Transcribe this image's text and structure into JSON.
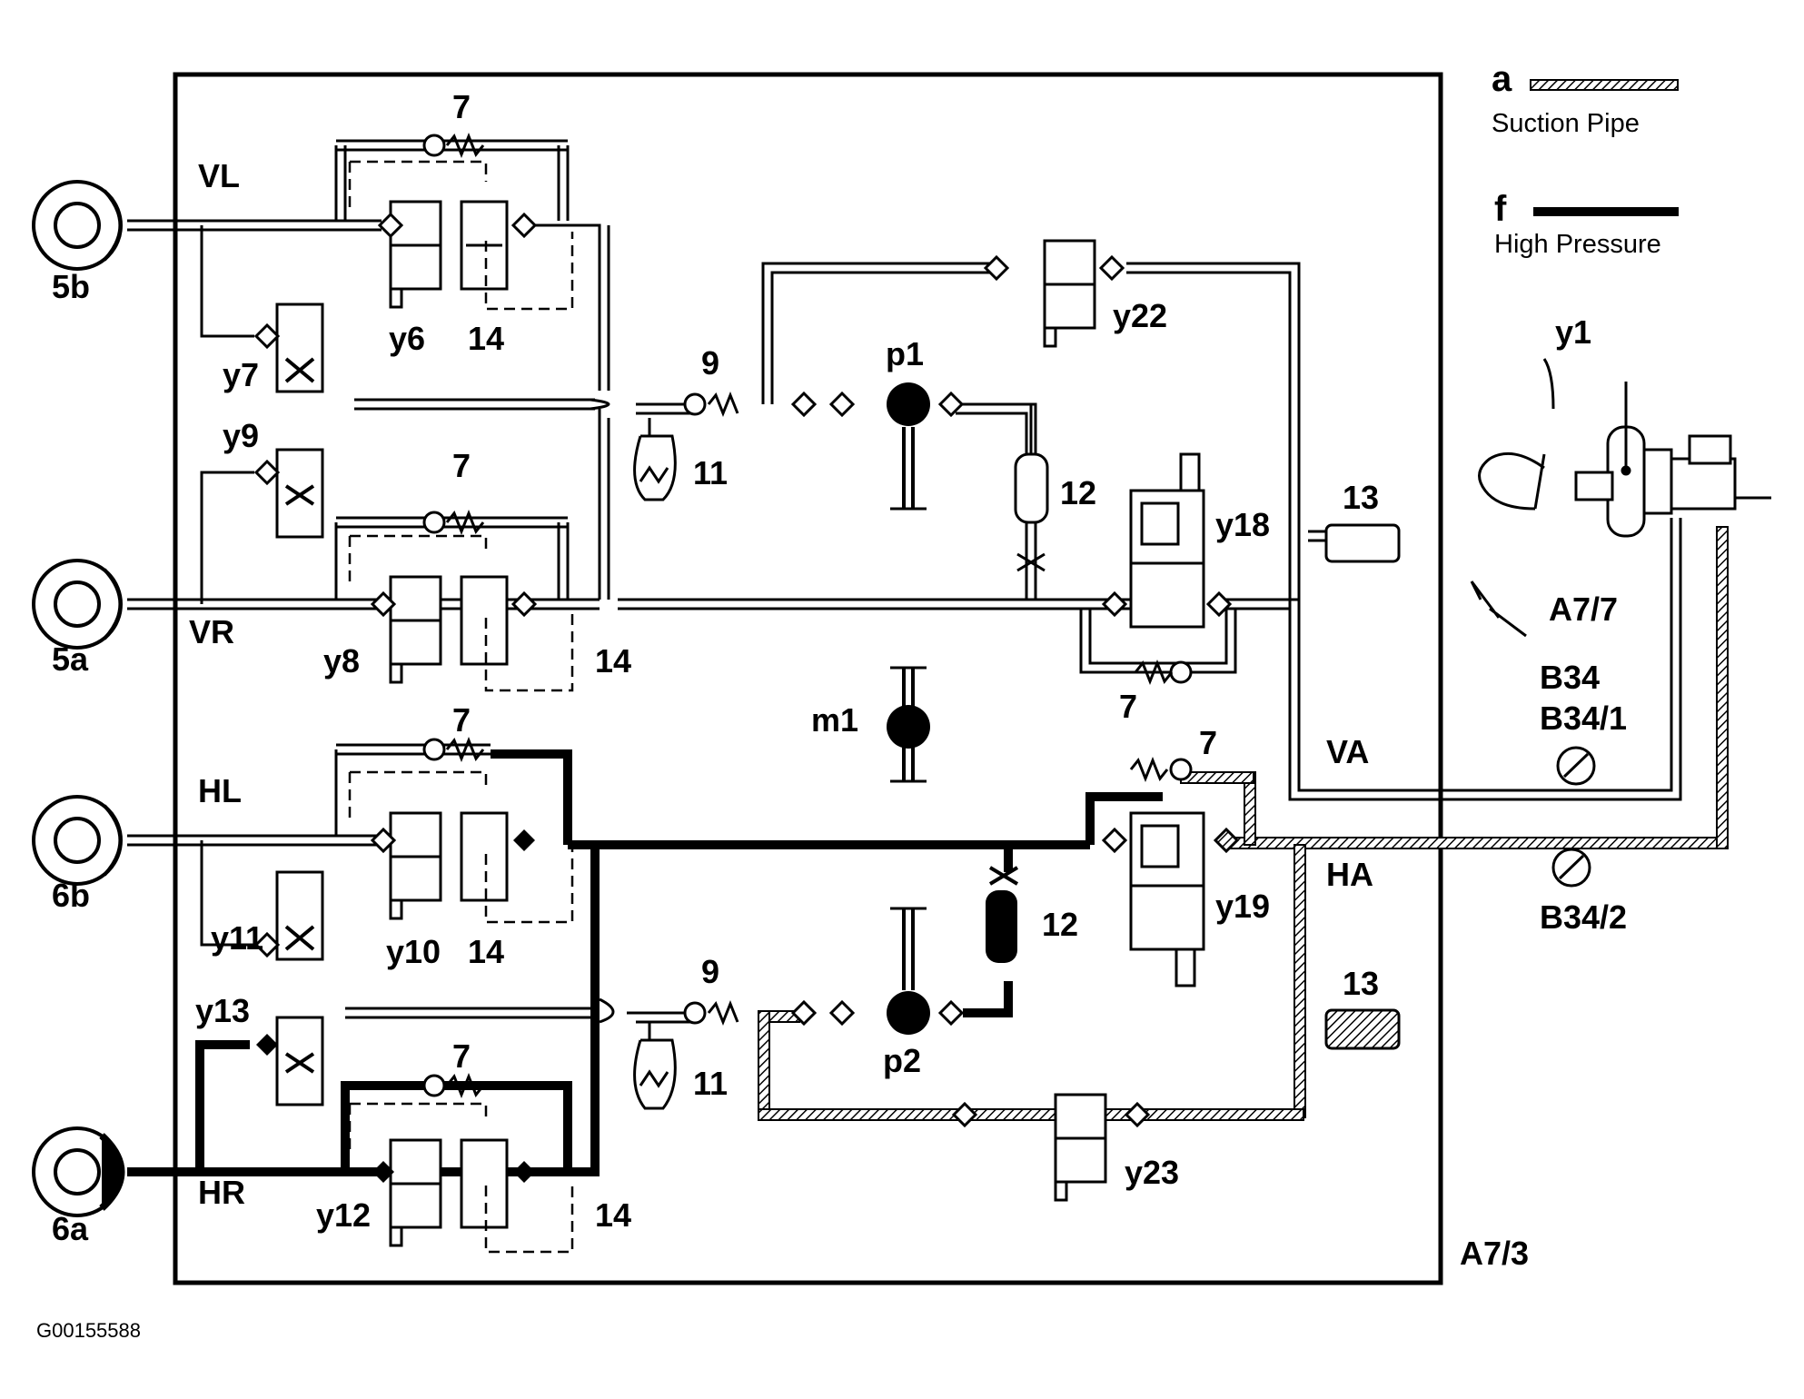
{
  "legend": {
    "a": {
      "key": "a",
      "text": "Suction Pipe"
    },
    "f": {
      "key": "f",
      "text": "High Pressure"
    }
  },
  "wheels": {
    "front_left": "5b",
    "front_right": "5a",
    "rear_left": "6b",
    "rear_right": "6a"
  },
  "circuits": {
    "vl": "VL",
    "vr": "VR",
    "hl": "HL",
    "hr": "HR",
    "va": "VA",
    "ha": "HA"
  },
  "valves": {
    "y6": "y6",
    "y7": "y7",
    "y8": "y8",
    "y9": "y9",
    "y10": "y10",
    "y11": "y11",
    "y12": "y12",
    "y13": "y13",
    "y18": "y18",
    "y19": "y19",
    "y22": "y22",
    "y23": "y23",
    "y1": "y1"
  },
  "components": {
    "check_valve": "7",
    "damper": "9",
    "accumulator": "11",
    "restrictor": "12",
    "reservoir": "13",
    "switch_box": "14",
    "pump1": "p1",
    "pump2": "p2",
    "motor": "m1"
  },
  "units": {
    "hydraulic_unit": "A7/3",
    "brake_booster": "A7/7",
    "sensor_b34": "B34",
    "sensor_b34_1": "B34/1",
    "sensor_b34_2": "B34/2"
  },
  "figure_code": "G00155588"
}
